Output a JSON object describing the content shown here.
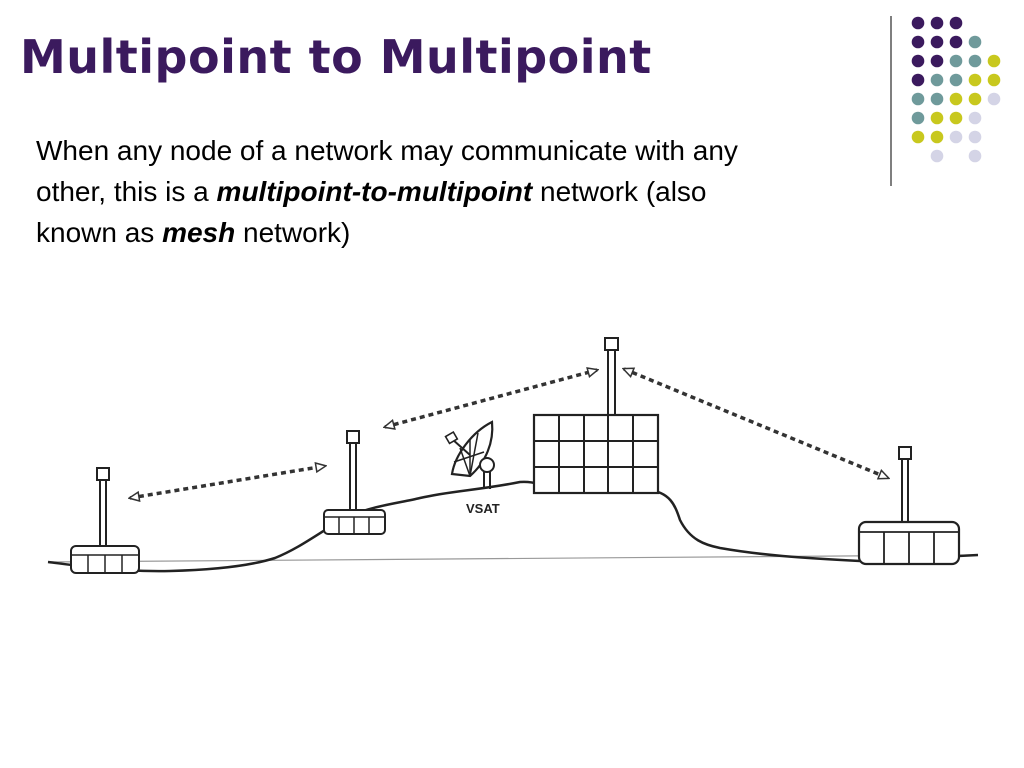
{
  "slide": {
    "title": "Multipoint to Multipoint",
    "body": {
      "line1": "When any node of a network may communicate with any",
      "line2_prefix": "other, this is a ",
      "line2_emphasis": "multipoint-to-multipoint",
      "line2_suffix": " network (also",
      "line3_prefix": "known as ",
      "line3_emphasis": "mesh",
      "line3_suffix": " network)"
    }
  },
  "diagram": {
    "vsat_label": "VSAT"
  },
  "theme": {
    "title_color": "#3b1a5e",
    "dot_colors": {
      "purple": "#3b1a5e",
      "teal": "#6f9a9b",
      "yellow": "#c8c81e",
      "lavender": "#d4d4e6"
    }
  }
}
